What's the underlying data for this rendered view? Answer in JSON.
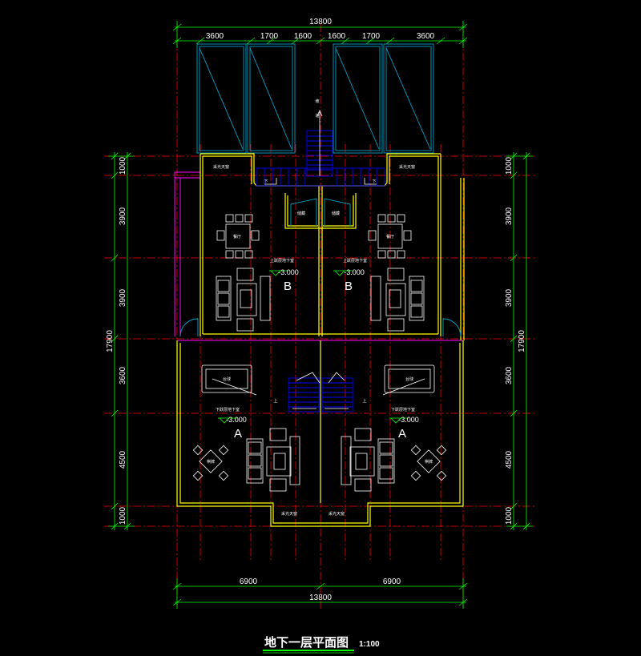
{
  "dimensions": {
    "top_total": "13800",
    "top_segments": [
      "3600",
      "1700",
      "1600",
      "1600",
      "1700",
      "3600"
    ],
    "bottom_segments": [
      "6900",
      "6900"
    ],
    "bottom_total": "13800",
    "side_segments": [
      "1000",
      "3900",
      "3900",
      "3600",
      "4500",
      "1000"
    ],
    "side_total": "17900"
  },
  "rooms": {
    "light_well": "采光天窗",
    "dining": "餐厅",
    "game": "台球",
    "chess": "棋牌",
    "storage": "储藏",
    "upper_bsmt": "上跃层地下室",
    "lower_bsmt": "下跃层地下室",
    "up": "上",
    "down": "下",
    "ramp": [
      "坡",
      "道"
    ]
  },
  "levels": {
    "value": "-3.000"
  },
  "units": {
    "upper": "B",
    "lower": "A"
  },
  "title": {
    "text": "地下一层平面图",
    "scale": "1:100"
  },
  "colors": {
    "axis": "#ff0000",
    "dimension": "#00ff00",
    "wall": "#ffff00",
    "glass": "#00a0c8",
    "furniture": "#ffffff",
    "stair": "#0000ff",
    "outline": "#ff00ff"
  }
}
